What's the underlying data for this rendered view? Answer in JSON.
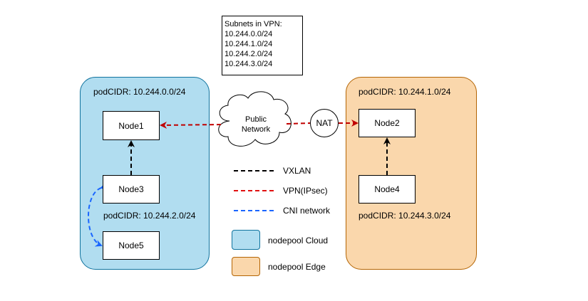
{
  "subnets": {
    "title": "Subnets in VPN:",
    "items": [
      "10.244.0.0/24",
      "10.244.1.0/24",
      "10.244.2.0/24",
      "10.244.3.0/24"
    ]
  },
  "nodepool_cloud": {
    "podcidr_top": "podCIDR: 10.244.0.0/24",
    "podcidr_bottom": "podCIDR: 10.244.2.0/24",
    "nodes": {
      "node1": "Node1",
      "node3": "Node3",
      "node5": "Node5"
    }
  },
  "nodepool_edge": {
    "podcidr_top": "podCIDR: 10.244.1.0/24",
    "podcidr_bottom": "podCIDR: 10.244.3.0/24",
    "nodes": {
      "node2": "Node2",
      "node4": "Node4"
    }
  },
  "public_network": {
    "line1": "Public",
    "line2": "Network"
  },
  "nat": {
    "label": "NAT"
  },
  "legend": {
    "lines": [
      {
        "label": "VXLAN",
        "color": "#000000"
      },
      {
        "label": "VPN(IPsec)",
        "color": "#e01010"
      },
      {
        "label": "CNI network",
        "color": "#1a66ff"
      }
    ],
    "pools": [
      {
        "label": "nodepool Cloud",
        "color": "#b1ddf0"
      },
      {
        "label": "nodepool Edge",
        "color": "#fad7ac"
      }
    ]
  },
  "colors": {
    "vpn_link": "#c00000",
    "vxlan_link": "#000000",
    "cni_link": "#1a66ff"
  }
}
